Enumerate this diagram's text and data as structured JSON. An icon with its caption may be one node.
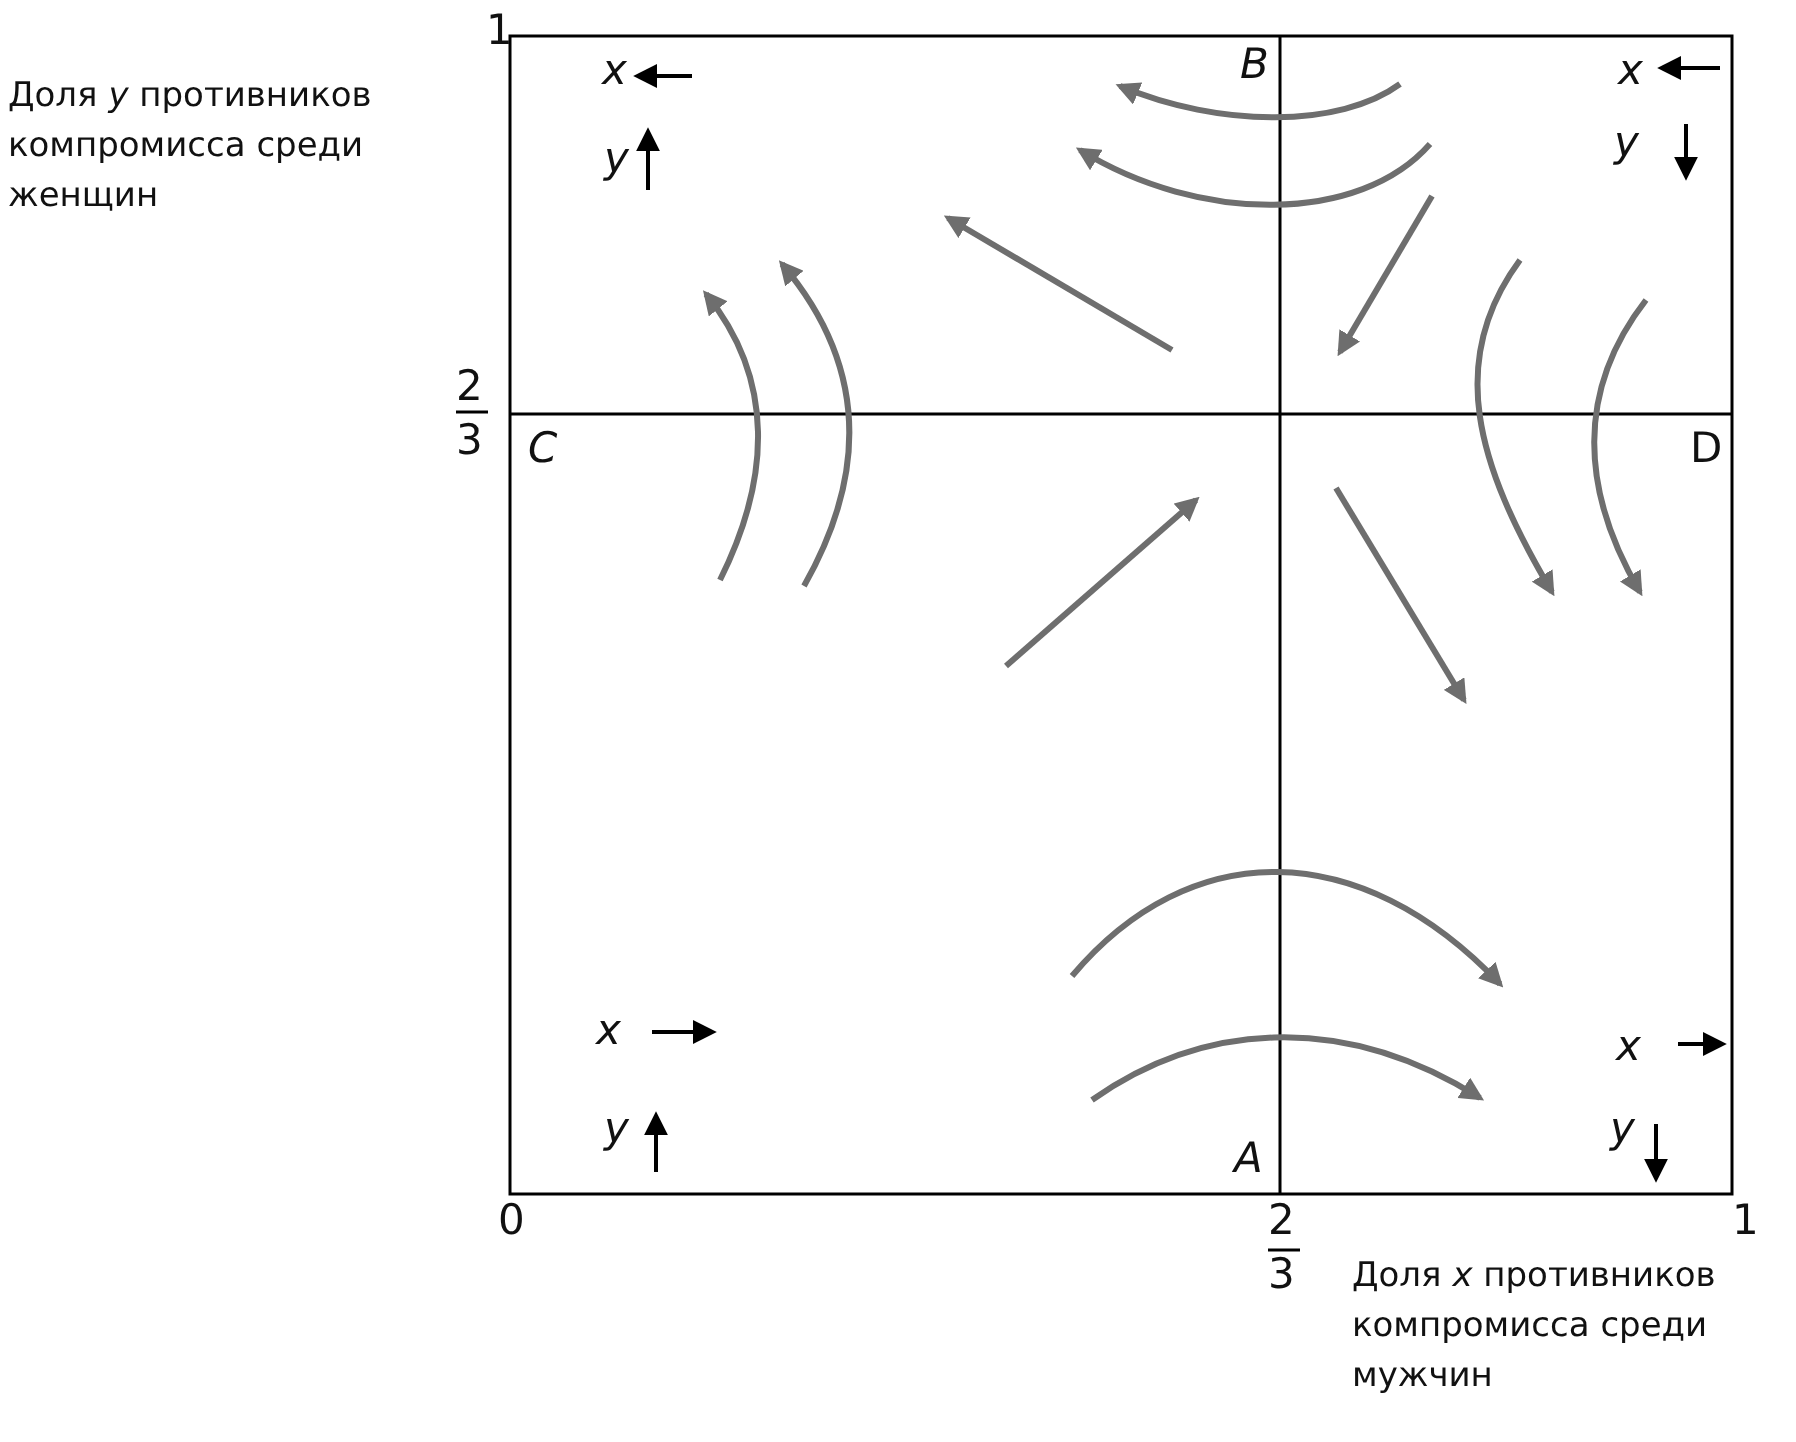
{
  "diagram": {
    "labels": [
      "1",
      "Доля *y* противников компромисса среди женщин",
      "x",
      "B",
      "x",
      "y",
      "y",
      "2",
      "3",
      "C",
      "D",
      "x",
      "x",
      "y",
      "A",
      "y",
      "0",
      "2",
      "3",
      "1",
      "Доля *x* противников компромисса среди мужчин"
    ]
  }
}
